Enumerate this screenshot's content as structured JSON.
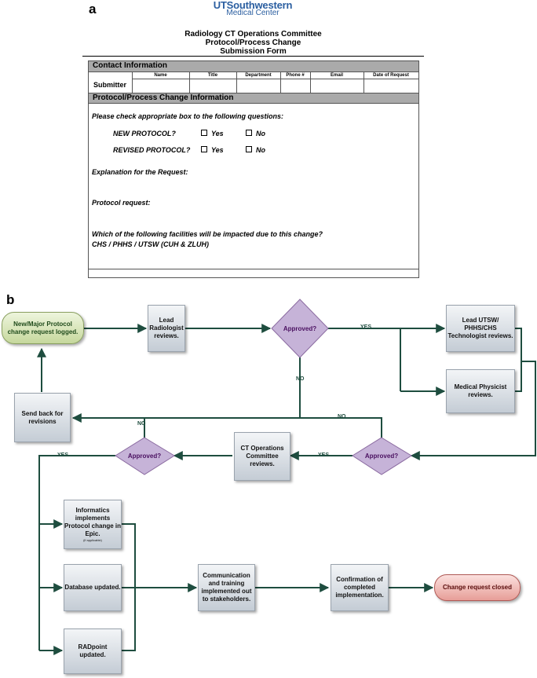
{
  "panel_a": {
    "letter": "a",
    "logo_main": "UTSouthwestern",
    "logo_sub": "Medical Center",
    "title_lines": [
      "Radiology CT Operations Committee",
      "Protocol/Process Change",
      "Submission Form"
    ],
    "contact_section": "Contact Information",
    "columns": [
      "Name",
      "Title",
      "Department",
      "Phone #",
      "Email",
      "Date of Request"
    ],
    "submitter_label": "Submitter",
    "change_section": "Protocol/Process Change Information",
    "instruction": "Please check appropriate box to the following questions:",
    "new_protocol": "NEW PROTOCOL?",
    "revised_protocol": "REVISED PROTOCOL?",
    "yes": "Yes",
    "no": "No",
    "explanation": "Explanation for the Request:",
    "protocol_request": "Protocol request:",
    "facilities_question": "Which of the following facilities will be impacted due to this change?",
    "facilities_options": "CHS / PHHS / UTSW (CUH & ZLUH)"
  },
  "panel_b": {
    "letter": "b",
    "start": "New/Major Protocol change request logged.",
    "lead_radiologist": "Lead Radiologist reviews.",
    "approved_1": "Approved?",
    "lead_technologist": "Lead UTSW/ PHHS/CHS Technologist reviews.",
    "medical_physicist": "Medical Physicist reviews.",
    "send_back": "Send back for revisions",
    "approved_2": "Approved?",
    "ct_committee": "CT Operations Committee reviews.",
    "approved_3": "Approved?",
    "informatics": "Informatics implements Protocol change in Epic.",
    "informatics_note": "(if applicable)",
    "database": "Database updated.",
    "radpoint": "RADpoint updated.",
    "communication": "Communication and training implemented out to stakeholders.",
    "confirmation": "Confirmation of completed implementation.",
    "end": "Change request closed",
    "yes_1": "YES",
    "no_1": "NO",
    "no_2": "NO",
    "yes_2": "YES",
    "no_3": "NO",
    "yes_3": "YES"
  }
}
